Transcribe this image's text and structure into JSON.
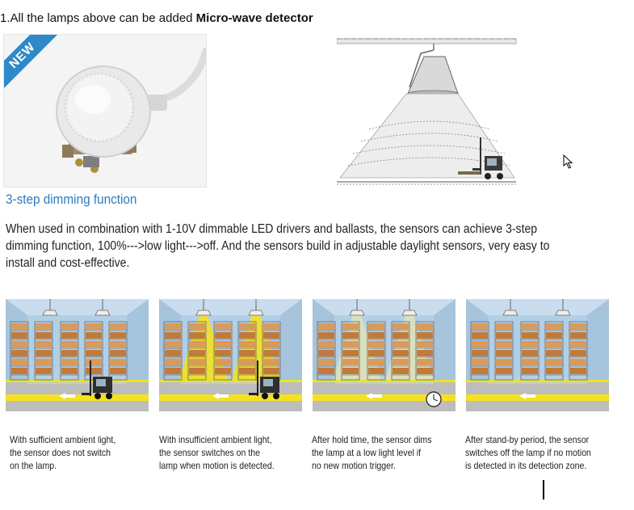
{
  "heading": {
    "prefix": "1.All the lamps above can be added ",
    "bold": "Micro-wave detector"
  },
  "badge": "NEW",
  "subtitle": "3-step dimming function",
  "description": [
    "When used in combination with 1-10V dimmable LED drivers and ballasts, the sensors can achieve 3-step",
    "dimming function, 100%--->low light--->off. And the sensors build in adjustable daylight sensors, very easy to",
    "install and cost-effective."
  ],
  "panels": [
    {
      "state": "off",
      "caption": [
        "With sufficient ambient light,",
        "the sensor does not switch",
        "on the lamp."
      ]
    },
    {
      "state": "full",
      "caption": [
        "With insufficient ambient light,",
        "the sensor switches on the",
        "lamp when motion is detected."
      ]
    },
    {
      "state": "dim",
      "caption": [
        "After hold time, the sensor dims",
        "the lamp at a low light level if",
        "no new motion trigger."
      ]
    },
    {
      "state": "off-standby",
      "caption": [
        "After stand-by period, the sensor",
        "switches off the lamp if no motion",
        "is detected in its detection zone."
      ]
    }
  ],
  "icons": [
    "product-photo",
    "new-ribbon",
    "warehouse-lamp-diagram",
    "forklift-icon",
    "clock-icon",
    "arrow-left-icon",
    "mouse-cursor-icon",
    "text-cursor"
  ],
  "colors": {
    "accent_blue": "#2e7bbf",
    "light_yellow": "#f7e21b",
    "floor_gray": "#b9b9b9",
    "wall_blue": "#bcd6ea"
  }
}
